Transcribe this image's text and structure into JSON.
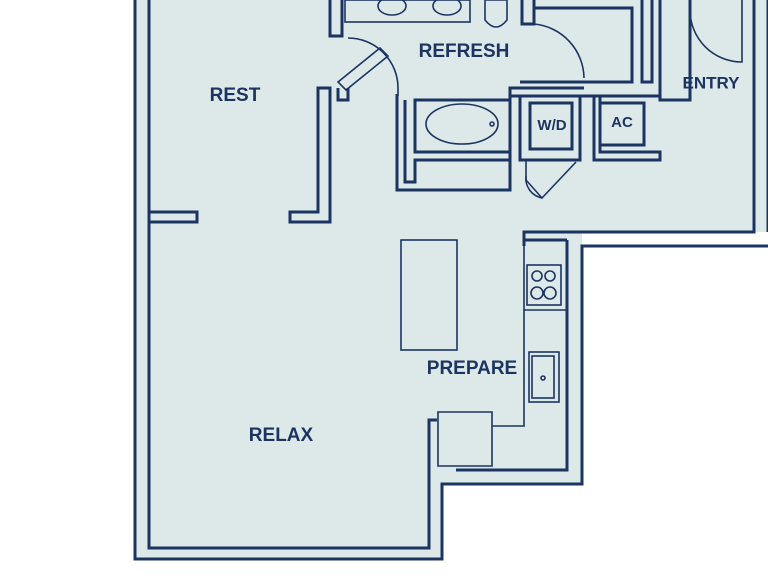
{
  "colors": {
    "wall": "#1c3461",
    "floor": "#dde8e8",
    "background": "#ffffff"
  },
  "rooms": {
    "rest": "REST",
    "refresh": "REFRESH",
    "entry": "ENTRY",
    "wd": "W/D",
    "ac": "AC",
    "prepare": "PREPARE",
    "relax": "RELAX"
  }
}
